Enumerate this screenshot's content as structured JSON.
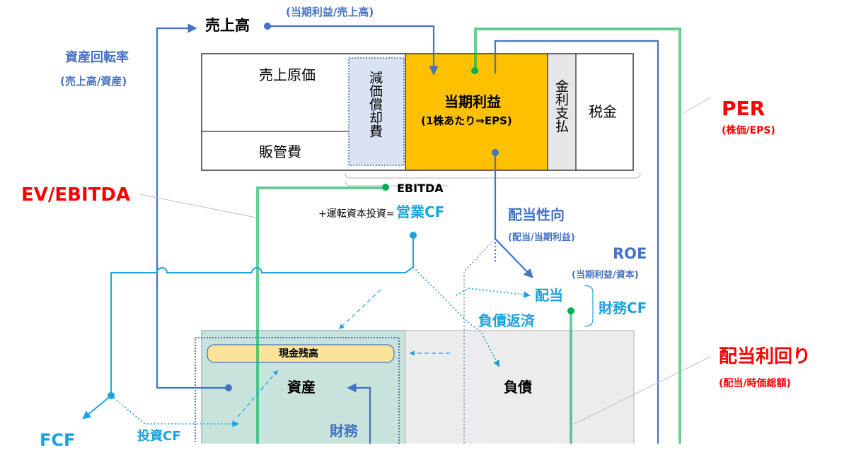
{
  "top": {
    "sales": "売上高",
    "sales_ratio": "(当期利益/売上高)",
    "asset_turnover": "資産回転率",
    "asset_turnover_formula": "(売上高/資産)"
  },
  "income_statement": {
    "cogs": "売上原価",
    "sga": "販管費",
    "depreciation": "減価償却費",
    "net_income": "当期利益",
    "net_income_sub": "(1株あたり⇒EPS)",
    "interest": "金利支払",
    "tax": "税金",
    "ebitda": "EBITDA"
  },
  "metrics": {
    "per": "PER",
    "per_formula": "(株価/EPS)",
    "ev_ebitda": "EV/EBITDA",
    "operating_cf_prefix": "+運転資本投資=",
    "operating_cf": "営業CF",
    "payout": "配当性向",
    "payout_formula": "(配当/当期利益)",
    "roe": "ROE",
    "roe_formula": "(当期利益/資本)",
    "dividend": "配当",
    "debt_repay": "負債返済",
    "financing_cf": "財務CF",
    "yield": "配当利回り",
    "yield_formula": "(配当/時価総額)",
    "fcf": "FCF",
    "investing_cf": "投資CF"
  },
  "balance_sheet": {
    "cash": "現金残高",
    "assets": "資産",
    "liabilities": "負債",
    "financing": "財務"
  },
  "colors": {
    "blue": "#4472c4",
    "cyan": "#1aa3e0",
    "green": "#00b050",
    "red": "#ff0000",
    "orange": "#ffc000"
  }
}
